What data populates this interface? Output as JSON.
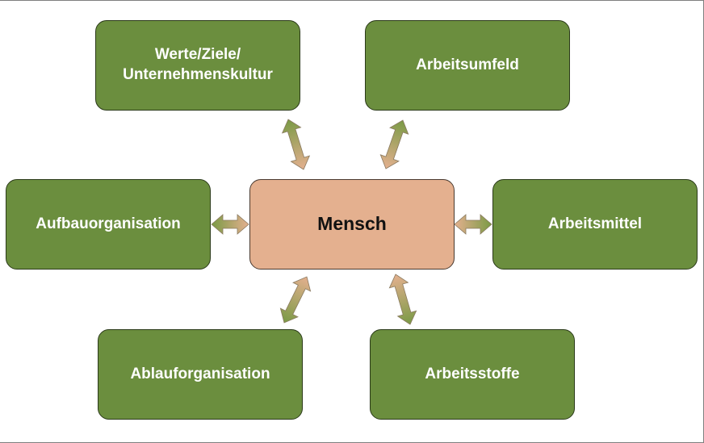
{
  "diagram": {
    "center": {
      "label": "Mensch"
    },
    "nodes": {
      "werte": {
        "line1": "Werte/Ziele/",
        "line2": "Unternehmenskultur"
      },
      "arbeitsumfeld": {
        "label": "Arbeitsumfeld"
      },
      "aufbauorganisation": {
        "label": "Aufbauorganisation"
      },
      "arbeitsmittel": {
        "label": "Arbeitsmittel"
      },
      "ablauforganisation": {
        "label": "Ablauforganisation"
      },
      "arbeitsstoffe": {
        "label": "Arbeitsstoffe"
      }
    },
    "colors": {
      "outer_fill": "#6b8e3e",
      "outer_border": "#2b3a1a",
      "center_fill": "#e4b08f",
      "arrow_green": "#7a9a45",
      "arrow_peach": "#e4b08f"
    }
  }
}
